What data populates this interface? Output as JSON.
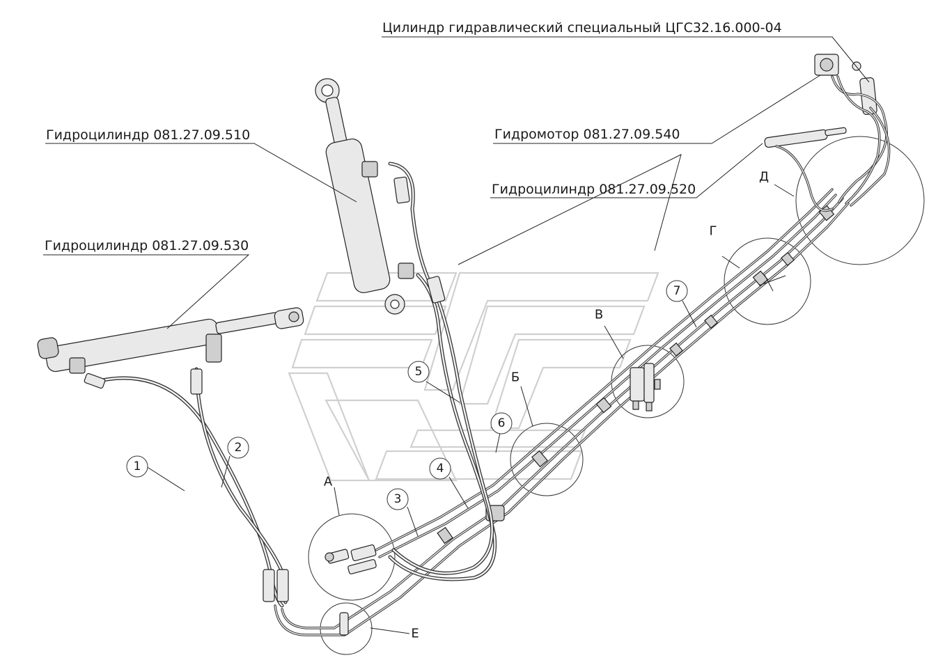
{
  "labels": {
    "special_cylinder": "Цилиндр гидравлический специальный ЦГС32.16.000-04",
    "cylinder_510": "Гидроцилиндр 081.27.09.510",
    "motor_540": "Гидромотор 081.27.09.540",
    "cylinder_520": "Гидроцилиндр 081.27.09.520",
    "cylinder_530": "Гидроцилиндр 081.27.09.530"
  },
  "callouts": {
    "n1": "1",
    "n2": "2",
    "n3": "3",
    "n4": "4",
    "n5": "5",
    "n6": "6",
    "n7": "7"
  },
  "details": {
    "a": "А",
    "b": "Б",
    "v": "В",
    "g": "Г",
    "d": "Д",
    "e": "Е"
  }
}
